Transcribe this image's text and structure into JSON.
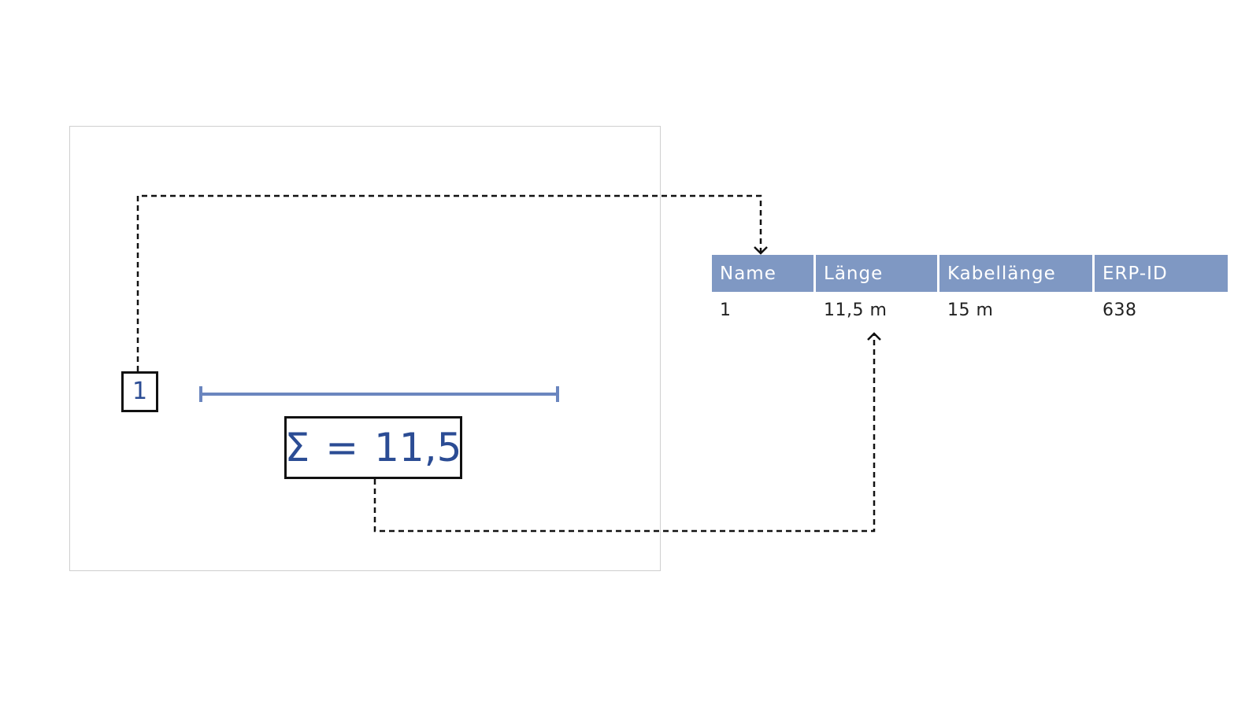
{
  "diagram": {
    "name_tag": "1",
    "sum_label": {
      "symbol": "Σ",
      "equals": "=",
      "value": "11,5"
    }
  },
  "table": {
    "headers": [
      "Name",
      "Länge",
      "Kabellänge",
      "ERP-ID"
    ],
    "rows": [
      [
        "1",
        "11,5 m",
        "15 m",
        "638"
      ]
    ]
  },
  "colors": {
    "accent_blue": "#2b4c94",
    "header_blue": "#7f98c3",
    "measure_line": "#6b86bf",
    "connector": "#111111",
    "frame": "#cfcfcf"
  }
}
